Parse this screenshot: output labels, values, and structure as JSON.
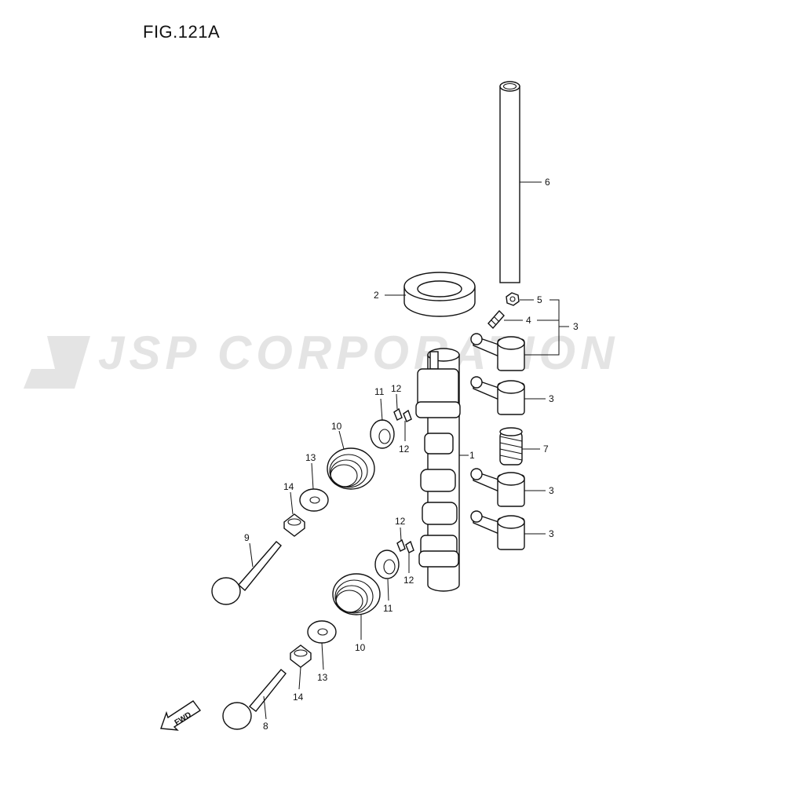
{
  "figure": {
    "title": "FIG.121A"
  },
  "watermark": {
    "text": "JSP CORPORATION"
  },
  "direction_marker": {
    "text": "FWD",
    "icon": "fwd-arrow-icon"
  },
  "callouts": [
    {
      "id": "c6",
      "number": "6"
    },
    {
      "id": "c2",
      "number": "2"
    },
    {
      "id": "c5",
      "number": "5"
    },
    {
      "id": "c4",
      "number": "4"
    },
    {
      "id": "c3a",
      "number": "3"
    },
    {
      "id": "c3b",
      "number": "3"
    },
    {
      "id": "c11a",
      "number": "11"
    },
    {
      "id": "c12a",
      "number": "12"
    },
    {
      "id": "c12b",
      "number": "12"
    },
    {
      "id": "c10a",
      "number": "10"
    },
    {
      "id": "c1",
      "number": "1"
    },
    {
      "id": "c7",
      "number": "7"
    },
    {
      "id": "c13a",
      "number": "13"
    },
    {
      "id": "c14a",
      "number": "14"
    },
    {
      "id": "c3c",
      "number": "3"
    },
    {
      "id": "c12c",
      "number": "12"
    },
    {
      "id": "c3d",
      "number": "3"
    },
    {
      "id": "c9",
      "number": "9"
    },
    {
      "id": "c12d",
      "number": "12"
    },
    {
      "id": "c11b",
      "number": "11"
    },
    {
      "id": "c10b",
      "number": "10"
    },
    {
      "id": "c13b",
      "number": "13"
    },
    {
      "id": "c14b",
      "number": "14"
    },
    {
      "id": "c8",
      "number": "8"
    }
  ]
}
